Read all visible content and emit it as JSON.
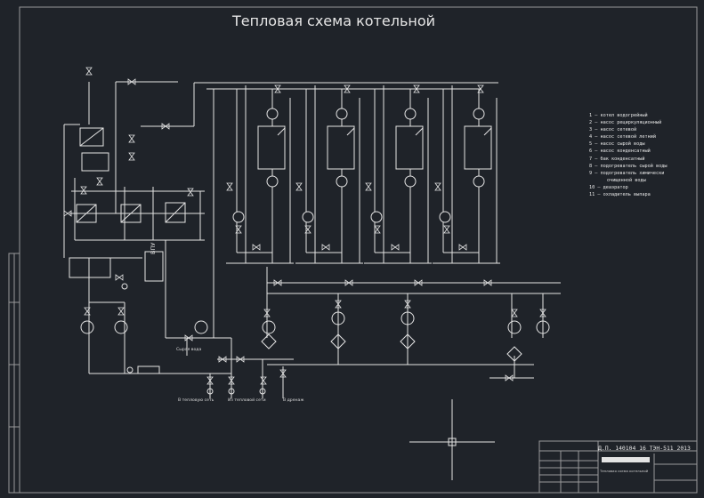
{
  "title": "Тепловая схема котельной",
  "legend": [
    {
      "num": "1",
      "text": "котел водогрейный"
    },
    {
      "num": "2",
      "text": "насос рециркуляционный"
    },
    {
      "num": "3",
      "text": "насос сетевой"
    },
    {
      "num": "4",
      "text": "насос сетевой летний"
    },
    {
      "num": "5",
      "text": "насос сырой воды"
    },
    {
      "num": "6",
      "text": "насос конденсатный"
    },
    {
      "num": "7",
      "text": "бак конденсатный"
    },
    {
      "num": "8",
      "text": "подогреватель сырой воды"
    },
    {
      "num": "9",
      "text": "подогреватель химически"
    },
    {
      "num": "",
      "text": "очищенной воды"
    },
    {
      "num": "10",
      "text": "деаэратор"
    },
    {
      "num": "11",
      "text": "охладитель выпара"
    }
  ],
  "labels": {
    "vpu": "ВПУ",
    "raw_water": "Сырая вода",
    "to_network": "В тепловую сеть",
    "from_network": "Из тепловой сети",
    "drain": "В дренаж",
    "document_code": "Д.П. 140104 16 ТЭН-511 2013",
    "sheet_title": "Тепловая схема котельной"
  },
  "colors": {
    "background": "#1f2329",
    "line": "#e4e4e4",
    "frame": "#9a9a9a"
  }
}
